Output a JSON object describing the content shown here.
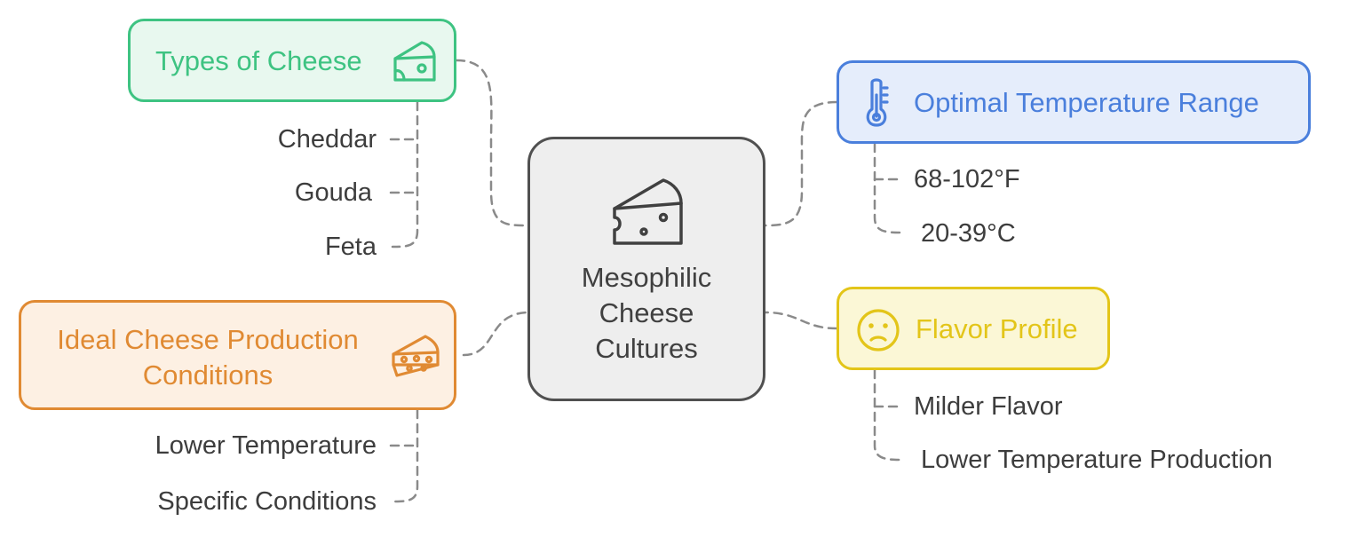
{
  "center": {
    "title_lines": [
      "Mesophilic",
      "Cheese",
      "Cultures"
    ],
    "icon": "cheese-wedge-icon",
    "color": "#505050"
  },
  "branches": {
    "types": {
      "title": "Types of Cheese",
      "icon": "cheese-icon",
      "color": "#3ec382",
      "items": [
        "Cheddar",
        "Gouda",
        "Feta"
      ]
    },
    "conditions": {
      "title_lines": [
        "Ideal Cheese Production",
        "Conditions"
      ],
      "icon": "cheese-slice-icon",
      "color": "#e08a33",
      "items": [
        "Lower Temperature",
        "Specific Conditions"
      ]
    },
    "temperature": {
      "title": "Optimal Temperature Range",
      "icon": "thermometer-icon",
      "color": "#4a7fdc",
      "items": [
        "68-102°F",
        "20-39°C"
      ]
    },
    "flavor": {
      "title": "Flavor Profile",
      "icon": "confused-face-icon",
      "color": "#e3c519",
      "items": [
        "Milder Flavor",
        "Lower Temperature Production"
      ]
    }
  }
}
